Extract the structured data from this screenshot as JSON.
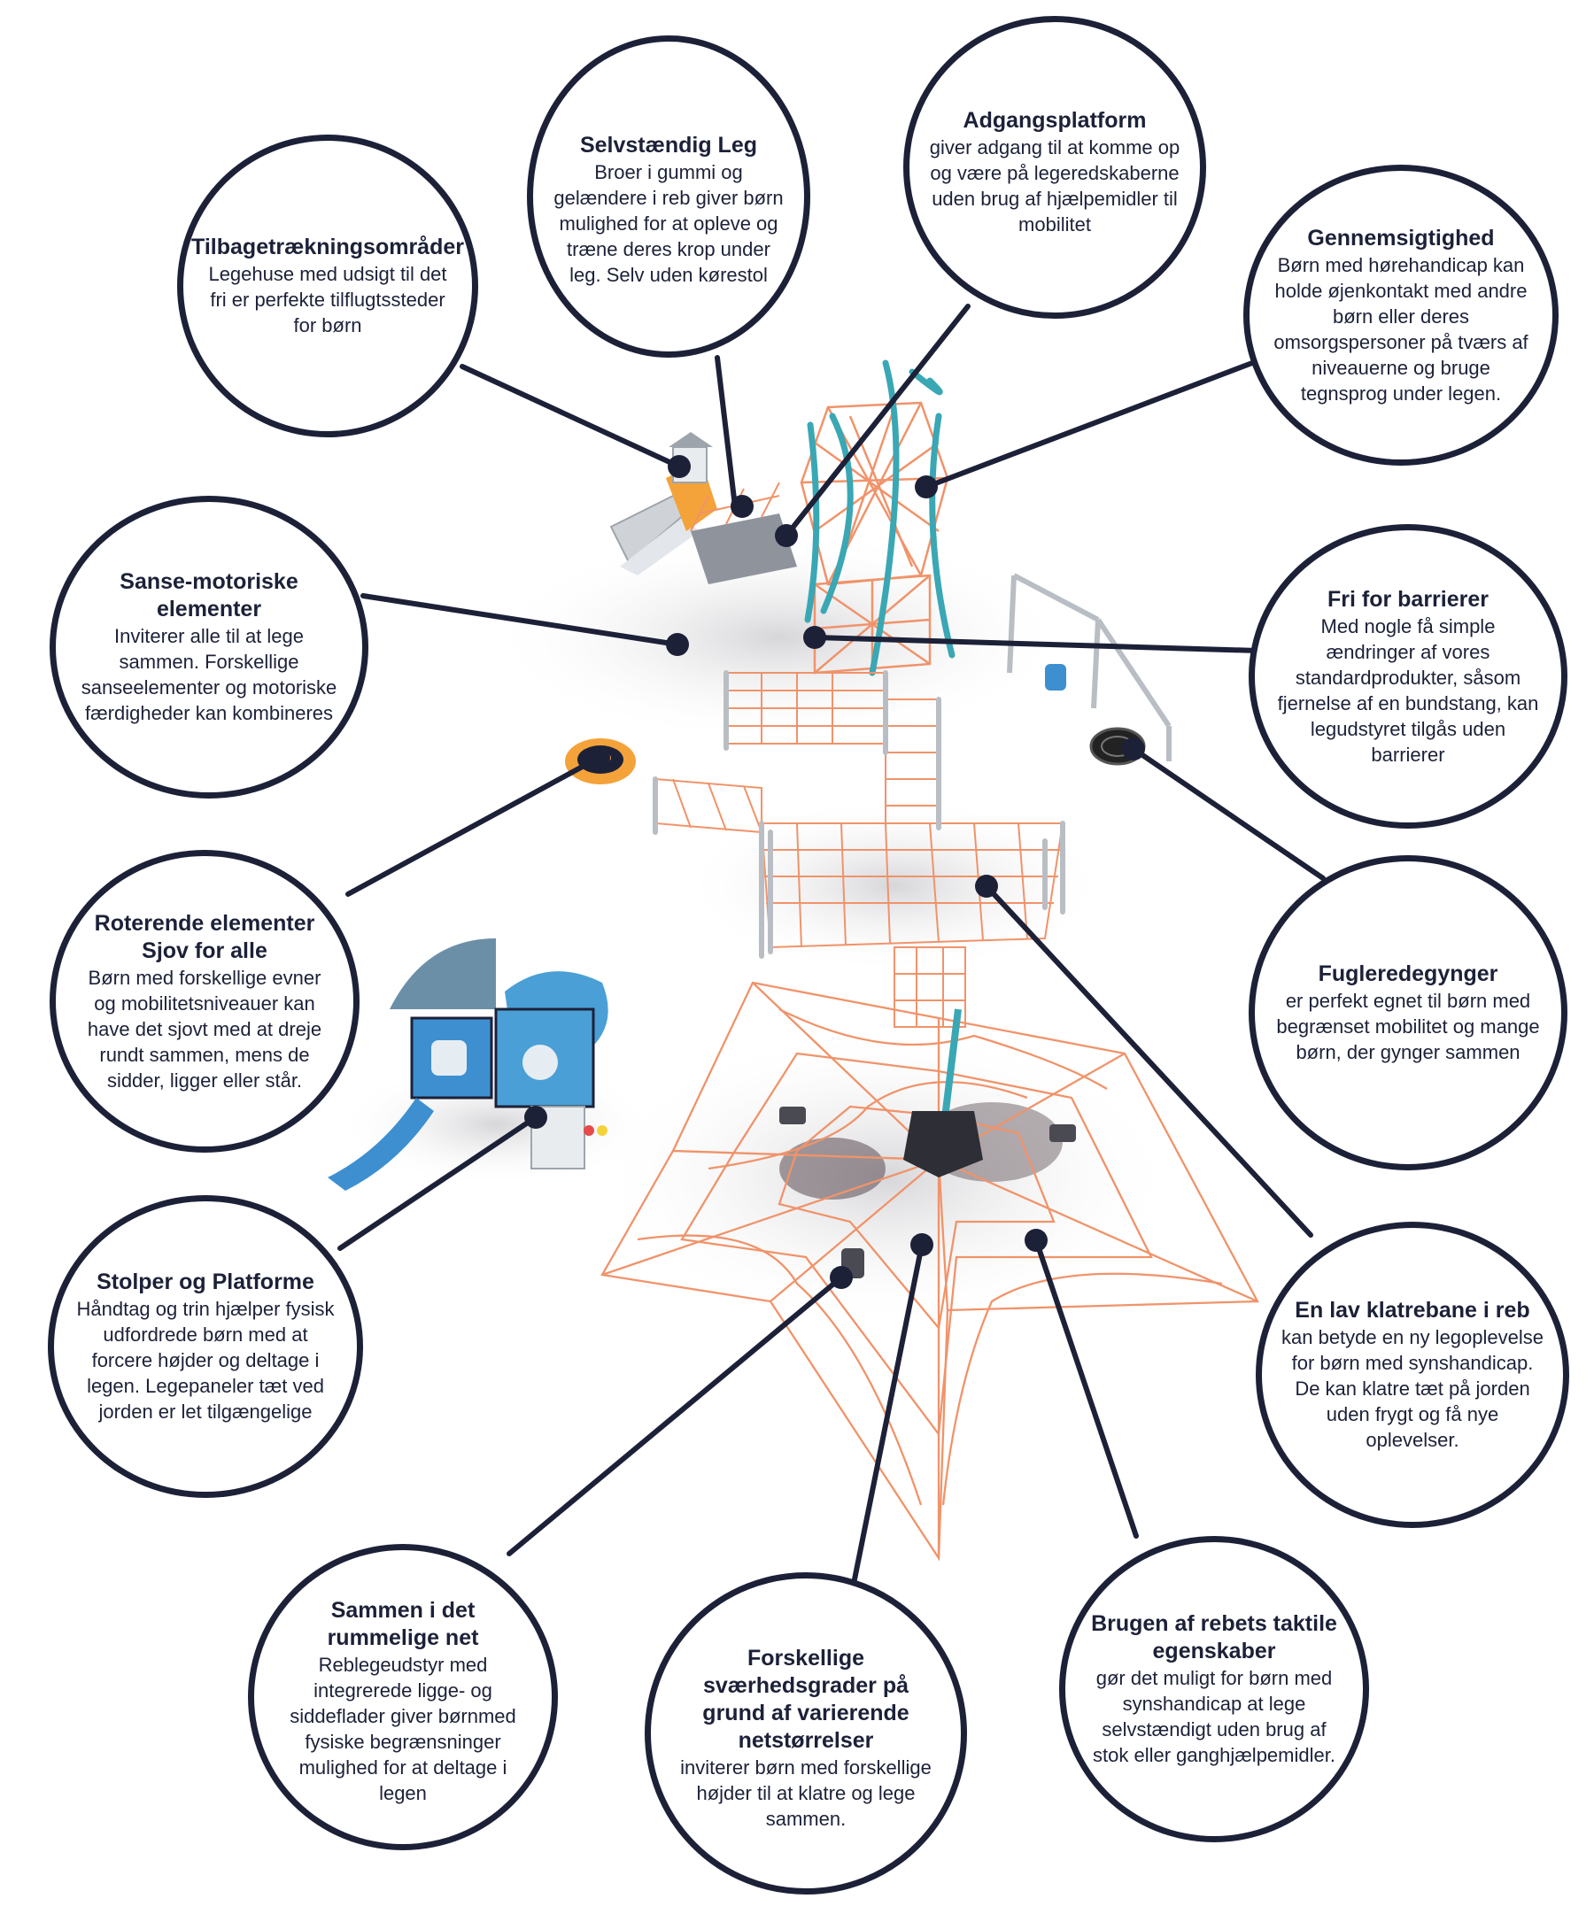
{
  "colors": {
    "ink": "#1c2138",
    "rope": "#f0936a",
    "teal": "#3aa7b4",
    "blue": "#3d8fd0",
    "orange": "#f4a23a"
  },
  "callouts": {
    "selvstaendig": {
      "title": "Selvstændig Leg",
      "desc": "Broer i gummi og gelændere i reb giver børn mulighed for at opleve og træne deres krop under leg. Selv uden kørestol"
    },
    "adgang": {
      "title": "Adgangsplatform",
      "desc": "giver adgang til at komme op og være på legeredskaberne uden brug af hjælpemidler til mobilitet"
    },
    "tilbage": {
      "title": "Tilbagetrækningsområder",
      "desc": "Legehuse med udsigt til det fri er perfekte tilflugtssteder for børn"
    },
    "gennem": {
      "title": "Gennemsigtighed",
      "desc": "Børn med hørehandicap kan holde øjenkontakt med andre børn eller deres omsorgspersoner på tværs af niveauerne og bruge tegnsprog under legen."
    },
    "sanse": {
      "title": "Sanse-motoriske elementer",
      "desc": "Inviterer alle til at lege sammen. Forskellige sanseelementer og motoriske færdigheder kan kombineres"
    },
    "fri": {
      "title": "Fri for barrierer",
      "desc": "Med nogle få simple ændringer af vores standardprodukter, såsom fjernelse af en bundstang, kan legudstyret tilgås uden barrierer"
    },
    "roterende": {
      "title": "Roterende elementer",
      "subtitle": "Sjov for alle",
      "desc": "Børn med forskellige evner og mobilitetsniveauer kan have det sjovt med at dreje rundt sammen, mens de sidder, ligger eller står."
    },
    "fugle": {
      "title": "Fugleredegynger",
      "desc": "er perfekt egnet til børn med begrænset mobilitet og mange børn, der gynger sammen"
    },
    "stolper": {
      "title": "Stolper og Platforme",
      "desc": "Håndtag og trin hjælper fysisk udfordrede børn med at forcere højder og deltage i legen. Legepaneler tæt ved jorden er let tilgængelige"
    },
    "klatre": {
      "title": "En lav klatrebane i reb",
      "desc": "kan betyde en ny legoplevelse for børn med synshandicap. De kan klatre tæt på jorden uden frygt og få nye oplevelser."
    },
    "sammen": {
      "title": "Sammen i det rummelige net",
      "desc": "Reblegeudstyr med integrerede ligge- og siddeflader giver børnmed fysiske begrænsninger mulighed for at deltage i legen"
    },
    "sværhed": {
      "title": "Forskellige sværhedsgrader på grund af varierende netstørrelser",
      "desc": "inviterer børn med forskellige højder til at klatre og lege sammen."
    },
    "brugen": {
      "title": "Brugen af rebets taktile egenskaber",
      "desc": "gør det muligt for børn med synshandicap at lege selvstændigt uden brug af stok eller ganghjælpemidler."
    }
  }
}
